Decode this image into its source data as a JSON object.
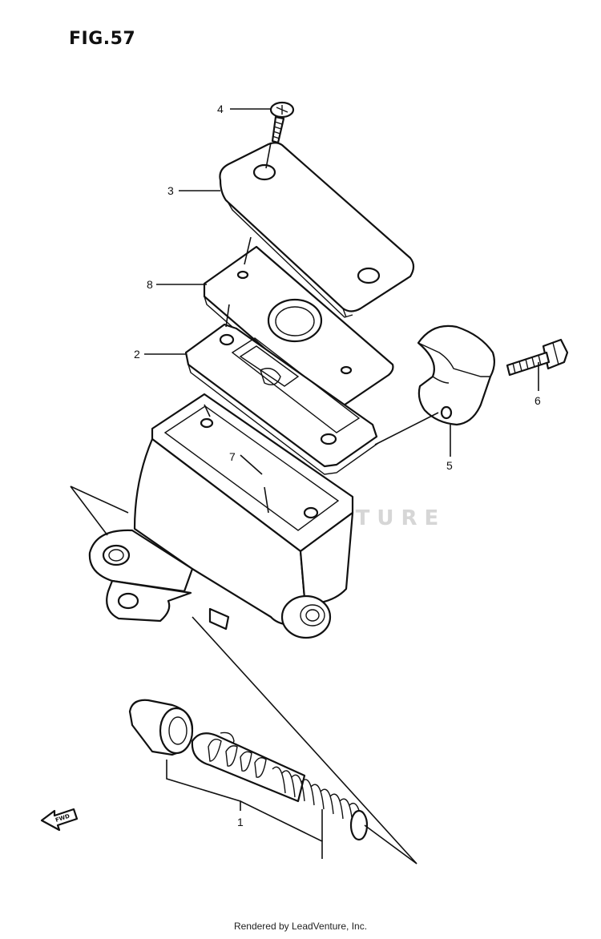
{
  "figure_title": "FIG.57",
  "watermark": "LEADVENTURE",
  "footer": "Rendered by LeadVenture, Inc.",
  "fwd_label": "FWD",
  "callouts": [
    {
      "id": "callout-1",
      "label": "1"
    },
    {
      "id": "callout-2",
      "label": "2"
    },
    {
      "id": "callout-3",
      "label": "3"
    },
    {
      "id": "callout-4",
      "label": "4"
    },
    {
      "id": "callout-5",
      "label": "5"
    },
    {
      "id": "callout-6",
      "label": "6"
    },
    {
      "id": "callout-7",
      "label": "7"
    },
    {
      "id": "callout-8",
      "label": "8"
    }
  ]
}
